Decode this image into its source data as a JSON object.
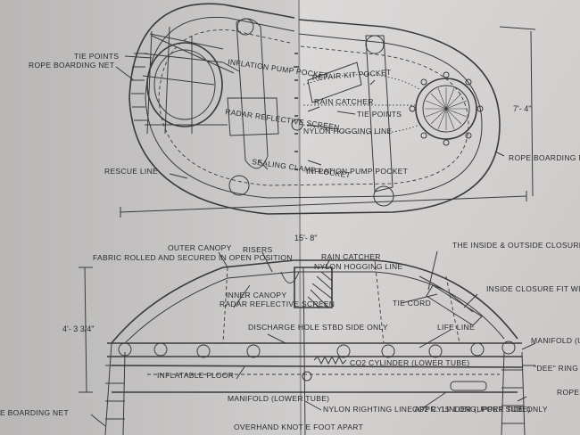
{
  "top_view": {
    "labels": {
      "tie_points_left": "TIE POINTS",
      "rope_boarding_net_left": "ROPE BOARDING NET",
      "inflation_pump_pocket_top": "INFLATION PUMP POCKET",
      "radar_reflective_screen": "RADAR REFLECTIVE SCREEN",
      "repair_kit_pocket": "REPAIR KIT POCKET",
      "rain_catcher": "RAIN CATCHER",
      "nylon_hogging_line": "NYLON HOGGING LINE",
      "tie_points_right": "TIE POINTS",
      "sealing_clamp_pocket": "SEALING CLAMP POCKET",
      "inflation_pump_pocket_bottom": "INFLATION PUMP POCKET",
      "rescue_line": "RESCUE LINE",
      "rope_boarding_net_right": "ROPE BOARDING NET"
    },
    "dimensions": {
      "width": "7'- 4\"",
      "length": "15'- 8\""
    }
  },
  "side_view": {
    "labels": {
      "fabric_rolled": "FABRIC ROLLED AND SECURED IN OPEN POSITION",
      "outer_canopy": "OUTER CANOPY",
      "risers": "RISERS",
      "rain_catcher": "RAIN CATCHER",
      "nylon_hogging_line": "NYLON HOGGING LINE",
      "closure_note": "THE INSIDE & OUTSIDE CLOSURE CANOPY ENTRANCE SHOULD BE THE INSIDE PRIOR TO PACKING",
      "inner_canopy": "INNER CANOPY",
      "radar_reflective_screen": "RADAR REFLECTIVE SCREEN",
      "tie_cord": "TIE CORD",
      "inside_closure": "INSIDE CLOSURE FIT WITH DRAW-CORDS QUICK RELEASE LO FASTENER",
      "discharge_hole": "DISCHARGE HOLE STBD SIDE ONLY",
      "life_line": "LIFE LINE",
      "manifold_upper": "MANIFOLD (UPPER TUBE)",
      "co2_cylinder_lower": "CO2 CYLINDER (LOWER TUBE)",
      "inflatable_floor": "INFLATABLE FLOOR",
      "dee_ring": "\"DEE\" RING",
      "manifold_lower": "MANIFOLD (LOWER TUBE)",
      "nylon_righting_line": "NYLON RIGHTING LINE APPR. 15' LONG, PORT SIDE ONLY",
      "co2_cylinder_upper": "CO2 CYLINDER (UPPER TUBE)",
      "rope": "ROPE",
      "boarding_net": "E BOARDING NET",
      "overhand_knot": "OVERHAND KNOT E FOOT APART"
    },
    "dimensions": {
      "height": "4'- 3 3/4\""
    }
  },
  "colors": {
    "paper_left": "#cfcccb",
    "paper_right": "#d9d7d6",
    "ink": "#2a2a2c"
  }
}
